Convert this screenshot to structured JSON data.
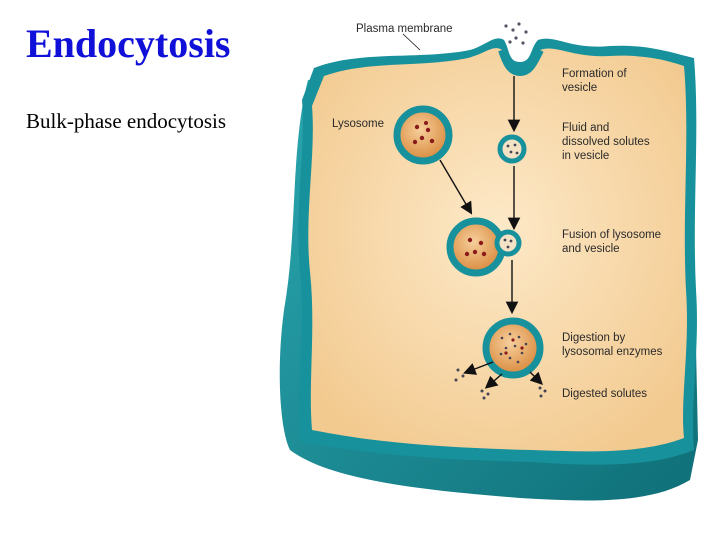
{
  "slide": {
    "title": "Endocytosis",
    "subtitle": "Bulk-phase endocytosis"
  },
  "colors": {
    "title": "#1010d8",
    "membrane": "#1a8f98",
    "cytoplasm": "#f7d7a6",
    "lysosome_interior": "#e8a05a"
  },
  "diagram": {
    "labels": {
      "plasma_membrane": "Plasma membrane",
      "lysosome": "Lysosome",
      "formation_line1": "Formation of",
      "formation_line2": "vesicle",
      "fluid_line1": "Fluid and",
      "fluid_line2": "dissolved solutes",
      "fluid_line3": "in vesicle",
      "fusion_line1": "Fusion of lysosome",
      "fusion_line2": "and vesicle",
      "digestion_line1": "Digestion by",
      "digestion_line2": "lysosomal enzymes",
      "digested": "Digested solutes"
    }
  }
}
